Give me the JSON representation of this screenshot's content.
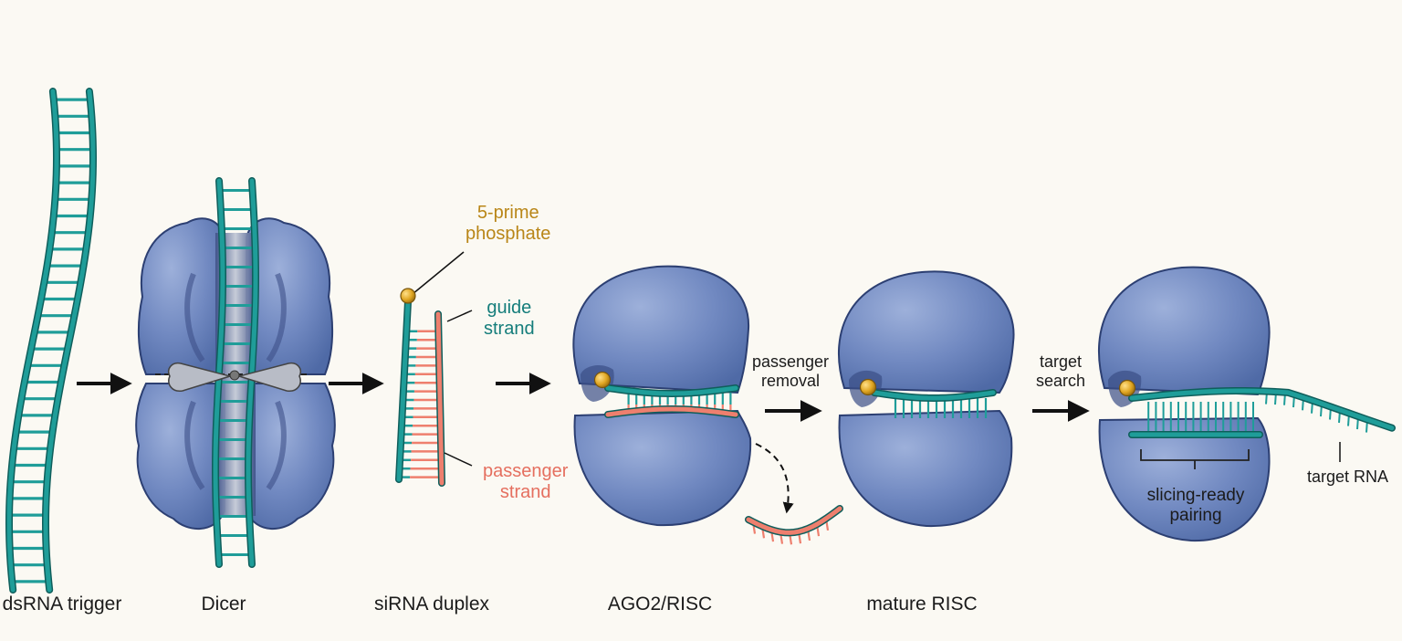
{
  "stages": {
    "dsrna": "dsRNA trigger",
    "dicer": "Dicer",
    "sirna": "siRNA duplex",
    "ago2": "AGO2/RISC",
    "mature": "mature RISC"
  },
  "annotations": {
    "phosphate": [
      "5-prime",
      "phosphate"
    ],
    "guide": [
      "guide",
      "strand"
    ],
    "passenger": [
      "passenger",
      "strand"
    ],
    "passenger_removal": [
      "passenger",
      "removal"
    ],
    "target_search": [
      "target",
      "search"
    ],
    "slicing": [
      "slicing-ready",
      "pairing"
    ],
    "target_rna": "target RNA"
  },
  "colors": {
    "rna_teal": "#1f9d99",
    "passenger_salmon": "#ee7f6e",
    "protein_blue": "#6f88bf",
    "phosphate_gold": "#d9a520",
    "label_teal": "#157d7b",
    "label_salmon": "#e56f5f",
    "label_gold": "#b98618"
  }
}
